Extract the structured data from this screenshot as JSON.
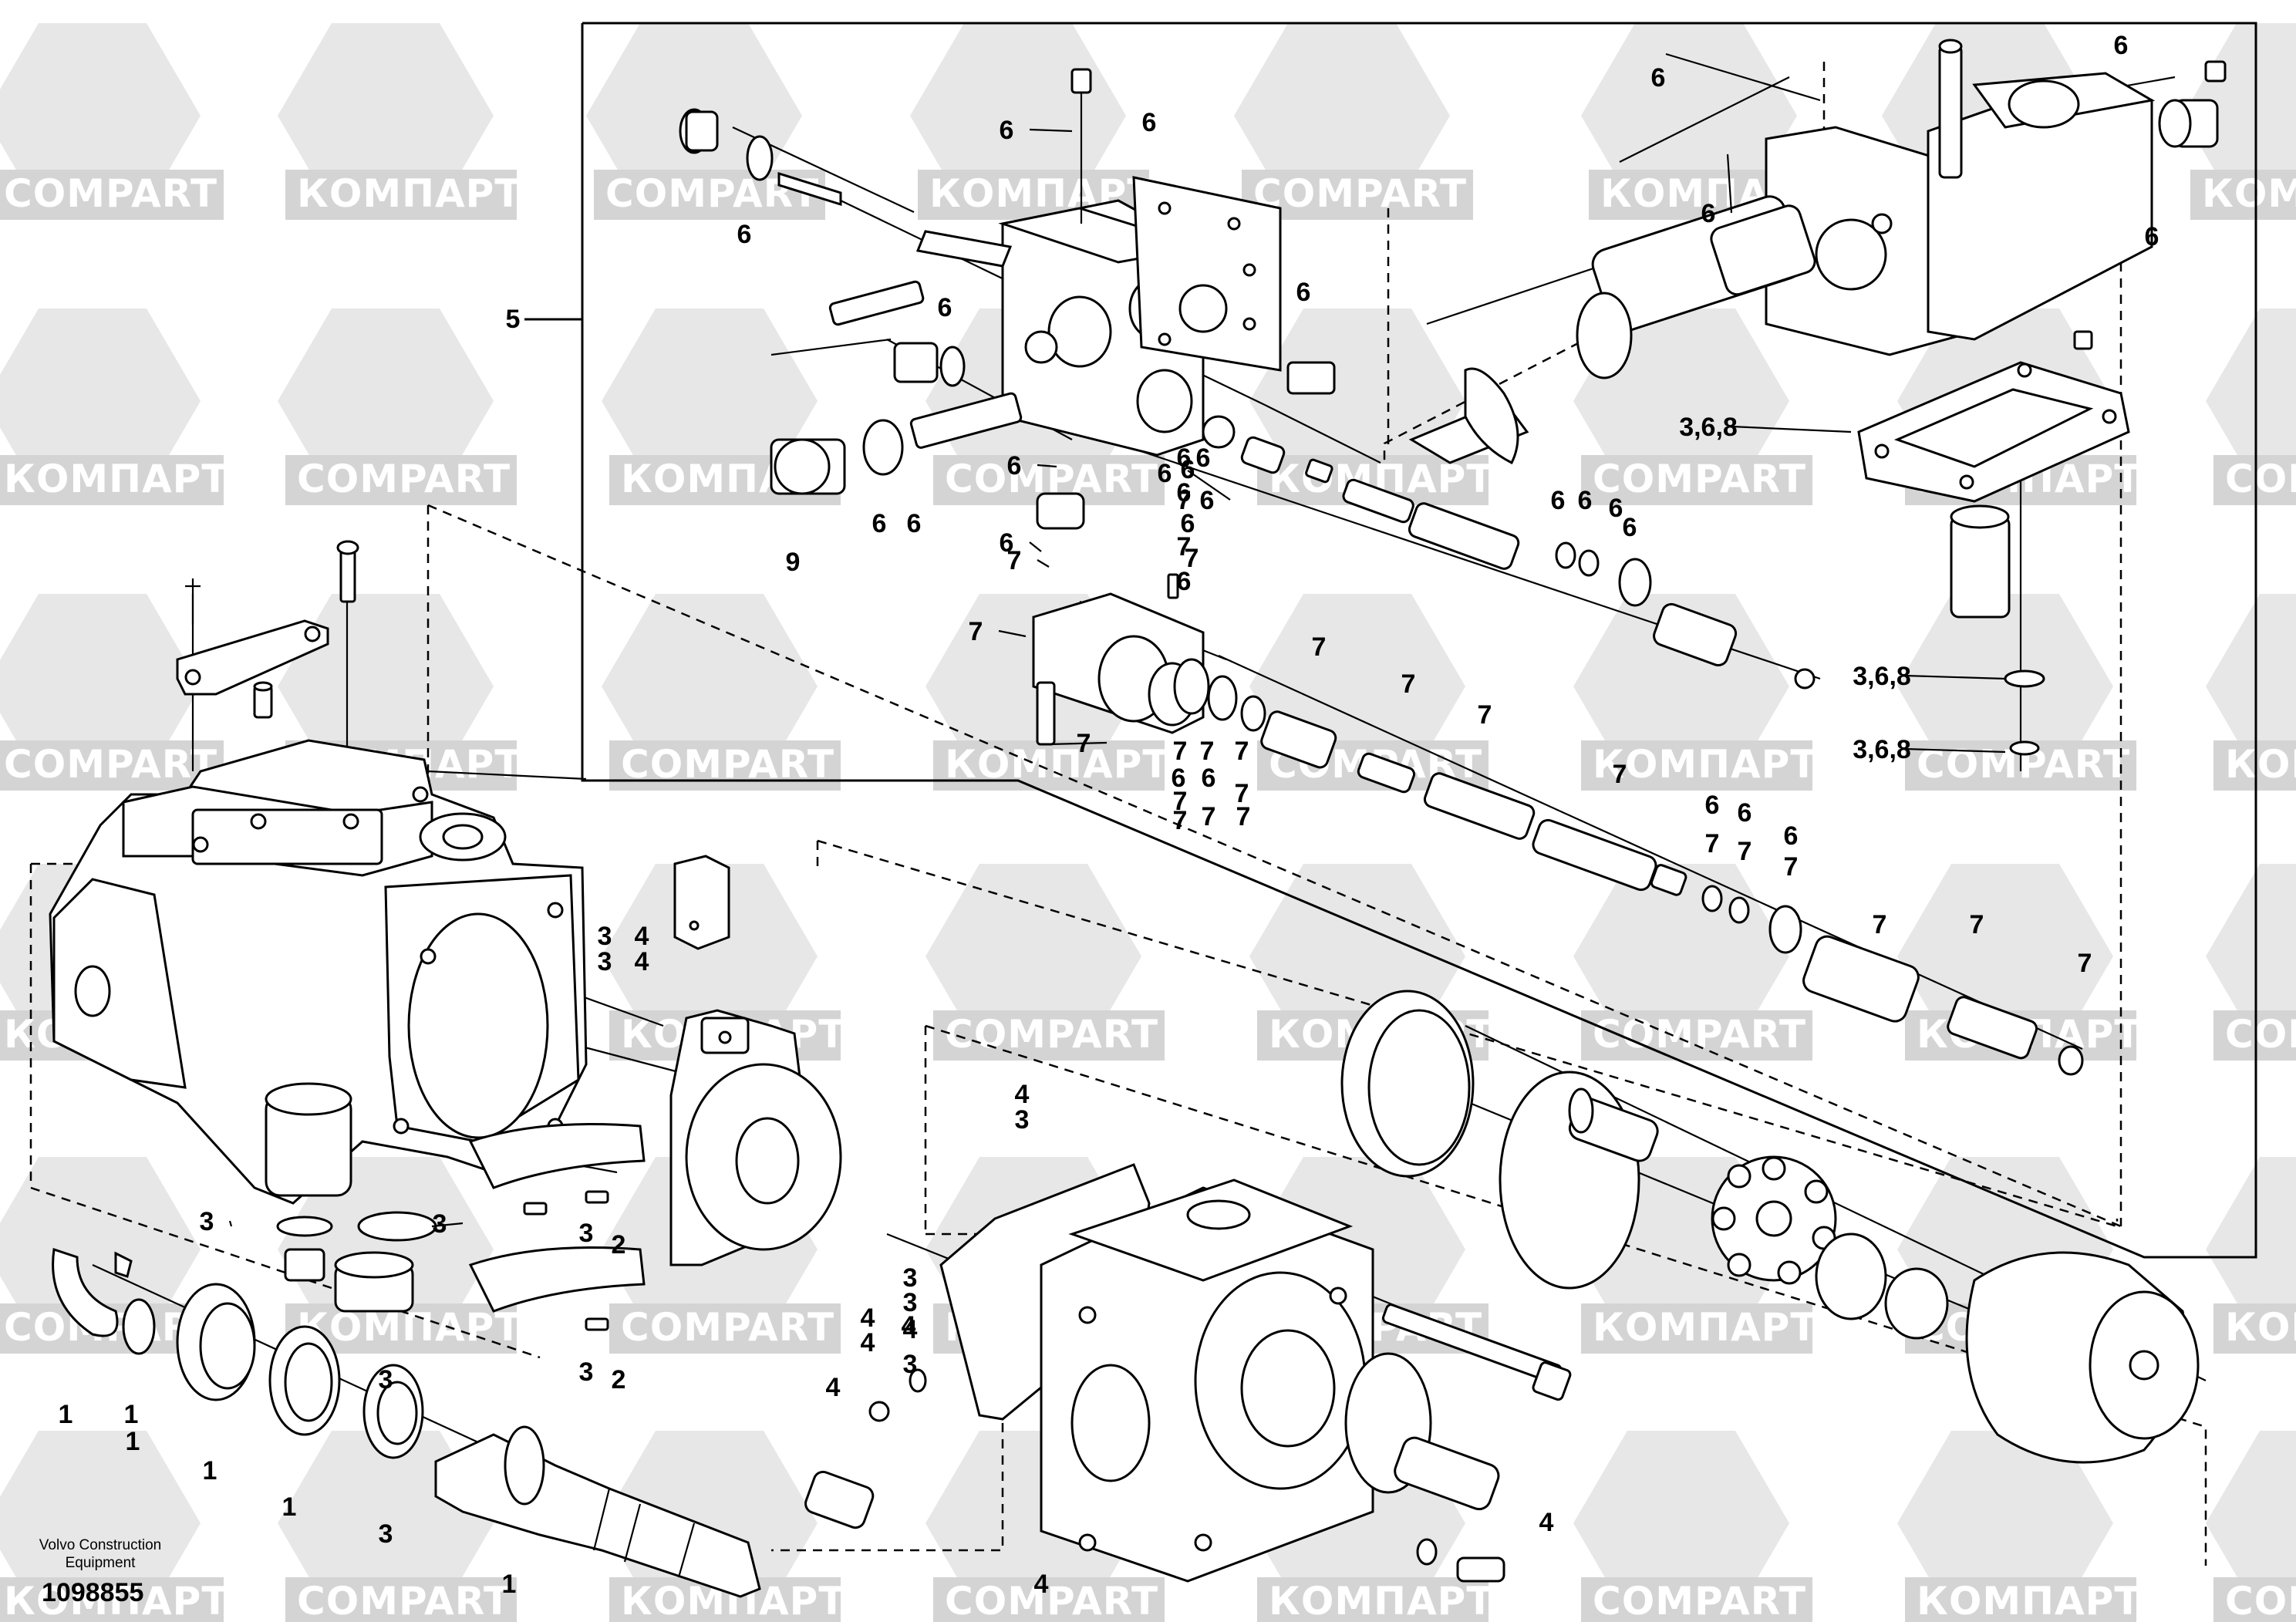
{
  "footer": {
    "brand_line1": "Volvo Construction",
    "brand_line2": "Equipment",
    "drawing_number": "1098855"
  },
  "watermark": {
    "text_latin": "COMPART",
    "text_cyrillic": "КОМПАРТ",
    "color": "#d4d4d4"
  },
  "callouts": [
    "6",
    "6",
    "6",
    "6",
    "6",
    "6",
    "6",
    "6",
    "6",
    "6",
    "6",
    "6",
    "6",
    "6",
    "6",
    "5",
    "3,6,8",
    "9",
    "6",
    "6",
    "6",
    "7",
    "7",
    "6",
    "7",
    "6",
    "7",
    "7",
    "6",
    "6",
    "6",
    "6",
    "6",
    "7",
    "7",
    "7",
    "7",
    "7",
    "7",
    "7",
    "7",
    "7",
    "7",
    "7",
    "6",
    "6",
    "6",
    "6",
    "6",
    "7",
    "7",
    "7",
    "3,6,8",
    "3,6,8",
    "7",
    "7",
    "7",
    "7",
    "7",
    "3",
    "3",
    "3",
    "3",
    "3",
    "1",
    "1",
    "1",
    "1",
    "1",
    "1",
    "2",
    "2",
    "3",
    "3",
    "3",
    "4",
    "4",
    "4",
    "3",
    "3",
    "3",
    "4",
    "4",
    "4",
    "4",
    "4",
    "4",
    "3",
    "4",
    "4"
  ]
}
